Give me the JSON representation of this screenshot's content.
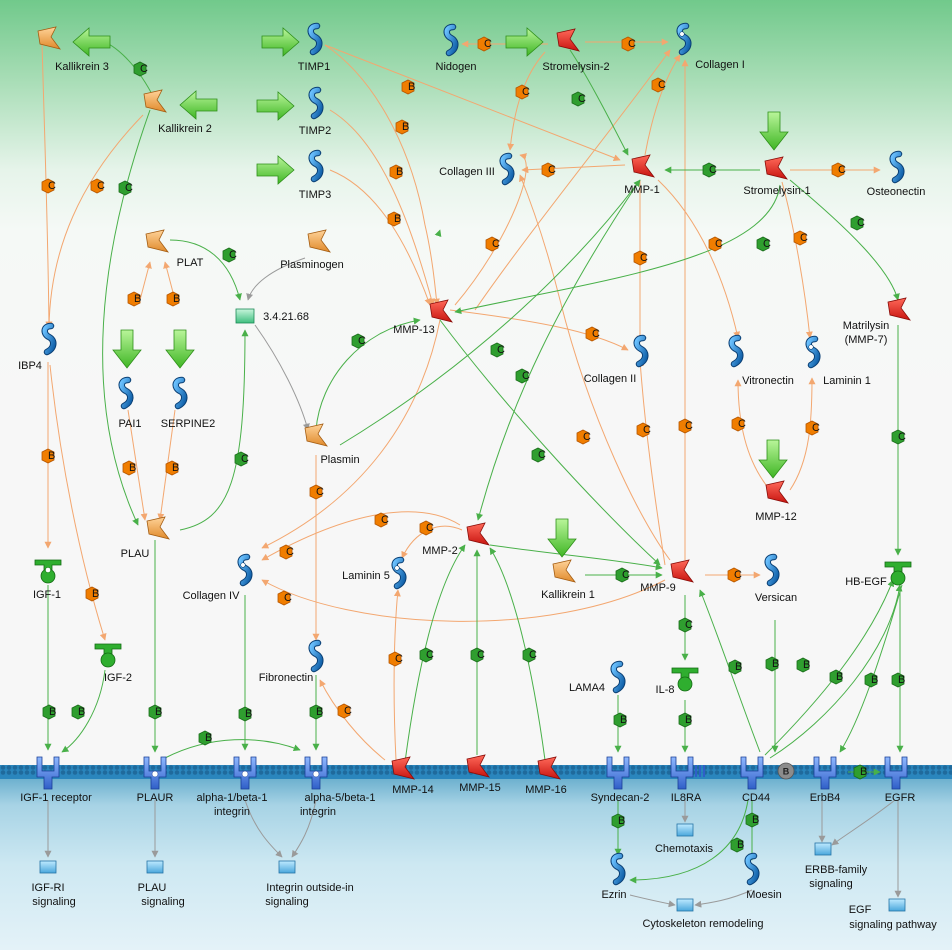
{
  "labels": {
    "kallikrein3": "Kallikrein 3",
    "kallikrein2": "Kallikrein 2",
    "timp1": "TIMP1",
    "timp2": "TIMP2",
    "timp3": "TIMP3",
    "nidogen": "Nidogen",
    "stromelysin2": "Stromelysin-2",
    "collagen1": "Collagen I",
    "collagen3": "Collagen III",
    "mmp1": "MMP-1",
    "stromelysin1": "Stromelysin-1",
    "osteonectin": "Osteonectin",
    "plat": "PLAT",
    "plasminogen": "Plasminogen",
    "ec": "3.4.21.68",
    "mmp13": "MMP-13",
    "matrilysin1": "Matrilysin",
    "matrilysin2": "(MMP-7)",
    "ibp4": "IBP4",
    "pai1": "PAI1",
    "serpine2": "SERPINE2",
    "collagen2": "Collagen II",
    "vitronectin": "Vitronectin",
    "laminin1": "Laminin 1",
    "plasmin": "Plasmin",
    "mmp12": "MMP-12",
    "plau": "PLAU",
    "mmp2": "MMP-2",
    "laminin5": "Laminin 5",
    "kallikrein1": "Kallikrein 1",
    "mmp9": "MMP-9",
    "versican": "Versican",
    "hbegf": "HB-EGF",
    "igf1": "IGF-1",
    "collagen4": "Collagen IV",
    "igf2": "IGF-2",
    "fibronectin": "Fibronectin",
    "lama4": "LAMA4",
    "il8": "IL-8",
    "igf1r": "IGF-1 receptor",
    "plaur": "PLAUR",
    "a1b1_1": "alpha-1/beta-1",
    "a1b1_2": "integrin",
    "a5b1_1": "alpha-5/beta-1",
    "a5b1_2": "integrin",
    "mmp14": "MMP-14",
    "mmp15": "MMP-15",
    "mmp16": "MMP-16",
    "syndecan2": "Syndecan-2",
    "il8ra": "IL8RA",
    "cd44": "CD44",
    "erbb4": "ErbB4",
    "egfr": "EGFR",
    "chemotaxis": "Chemotaxis",
    "igfri_sig1": "IGF-RI",
    "igfri_sig2": "signaling",
    "plau_sig1": "PLAU",
    "plau_sig2": "signaling",
    "integrin_sig1": "Integrin outside-in",
    "integrin_sig2": "signaling",
    "ezrin": "Ezrin",
    "moesin": "Moesin",
    "cytoskeleton": "Cytoskeleton remodeling",
    "erbb_sig1": "ERBB-family",
    "erbb_sig2": "signaling",
    "egf_sig1": "EGF",
    "egf_sig2": "signaling pathway"
  },
  "edge_letters": {
    "C": "C",
    "B": "B"
  },
  "colors": {
    "protease_red": "#e8221a",
    "protease_orange": "#f3a24a",
    "protein_blue": "#1f78c8",
    "up_arrow_green": "#5fd13a",
    "edge_orange": "#f3a770",
    "edge_green": "#49b049",
    "edge_gray": "#9a9a9a"
  }
}
